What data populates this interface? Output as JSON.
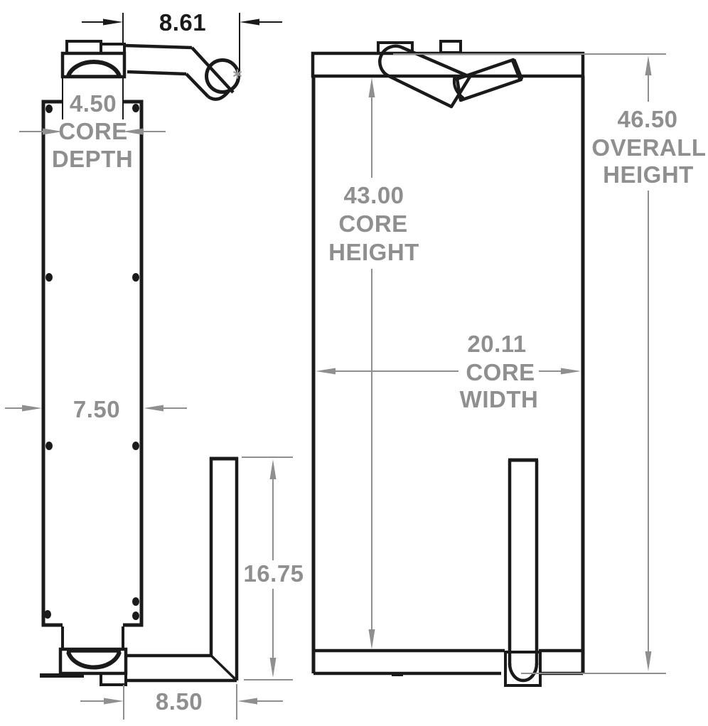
{
  "page": {
    "background": "#ffffff"
  },
  "drawing": {
    "colors": {
      "object_line": "#1a1a1a",
      "dimension_gray": "#8f8f8f"
    },
    "views": {
      "side_view": {
        "dimensions": {
          "fitting_extension": {
            "value": "8.61"
          },
          "core_depth": {
            "lines": [
              "4.50",
              "CORE",
              "DEPTH"
            ]
          },
          "overall_depth": {
            "value": "7.50"
          },
          "pipe_drop": {
            "value": "16.75"
          },
          "pipe_run": {
            "value": "8.50"
          }
        }
      },
      "front_view": {
        "dimensions": {
          "core_height": {
            "lines": [
              "43.00",
              "CORE",
              "HEIGHT"
            ]
          },
          "core_width": {
            "lines": [
              "20.11",
              "CORE",
              "WIDTH"
            ]
          },
          "overall_height": {
            "lines": [
              "46.50",
              "OVERALL",
              "HEIGHT"
            ]
          }
        }
      }
    }
  }
}
